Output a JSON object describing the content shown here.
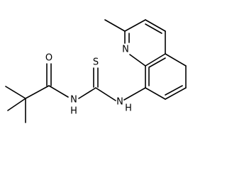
{
  "molecule": {
    "atom_labels": {
      "oxygen": "O",
      "sulfur": "S",
      "amide_nh": "N",
      "amide_h": "H",
      "amine_nh": "N",
      "amine_h": "H",
      "ring_nitrogen": "N"
    }
  }
}
